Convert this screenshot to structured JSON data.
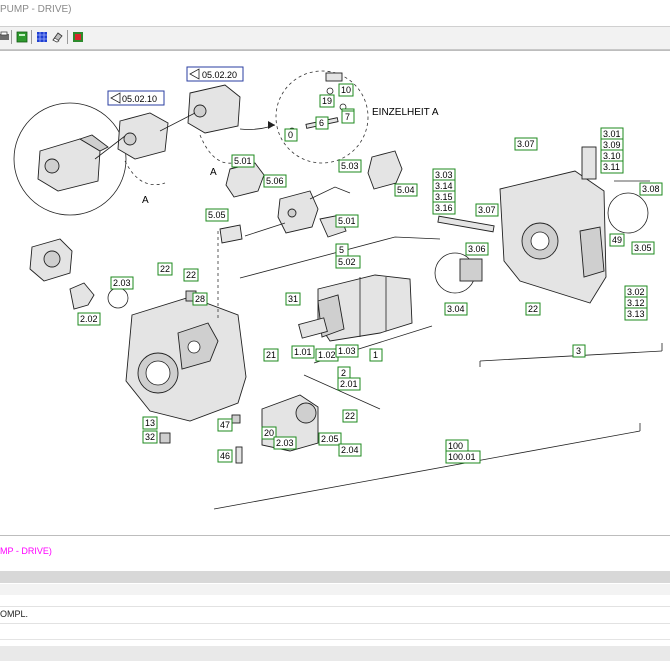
{
  "window": {
    "title": "PUMP - DRIVE)"
  },
  "toolbar": {
    "icons": [
      "print-icon",
      "book-icon",
      "grid-icon",
      "eraser-icon",
      "export-icon"
    ]
  },
  "drawing": {
    "detail_label": "EINZELHEIT A",
    "callout_a": "A",
    "refs": [
      "05.02.10",
      "05.02.20"
    ],
    "labels": [
      "19",
      "10",
      "7",
      "0",
      "6",
      "7",
      "5.01",
      "5.06",
      "5.03",
      "5.04",
      "5.05",
      "5.01",
      "5",
      "5.02",
      "3.07",
      "3.01",
      "3.09",
      "3.10",
      "3.11",
      "3.08",
      "3.03",
      "3.14",
      "3.15",
      "3.16",
      "3.07",
      "3.06",
      "49",
      "3.05",
      "3.02",
      "3.12",
      "3.13",
      "3.04",
      "22",
      "3",
      "2.03",
      "2.02",
      "22",
      "22",
      "28",
      "31",
      "1.01",
      "1.02",
      "1.03",
      "1",
      "21",
      "2",
      "2.01",
      "22",
      "13",
      "32",
      "47",
      "20",
      "2.03",
      "2.05",
      "2.04",
      "46",
      "100",
      "100.01"
    ]
  },
  "lower": {
    "caption": "MP - DRIVE)",
    "row_text": "OMPL."
  }
}
